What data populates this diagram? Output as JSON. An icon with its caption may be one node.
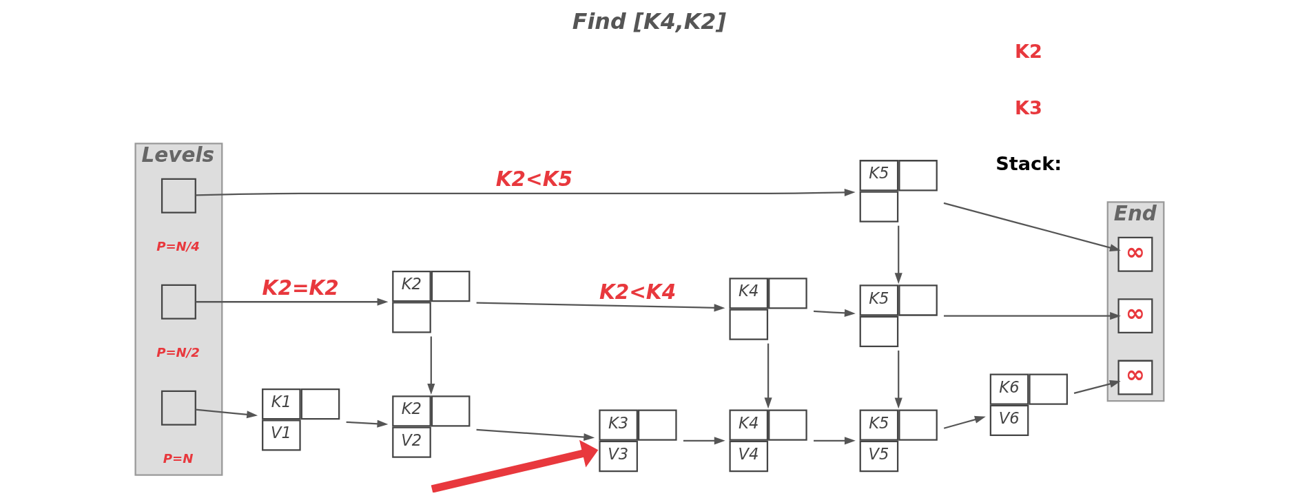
{
  "diagram": {
    "title": "Find [K4,K2]",
    "nodes": [
      {
        "text": [
          "Levels"
        ]
      },
      {
        "text": [],
        "shape": "box",
        "in": 0,
        "beside": [
          "P=N/4"
        ]
      },
      {
        "text": [],
        "shape": "box",
        "in": 0,
        "beside": [
          "P=N/2"
        ]
      },
      {
        "text": [],
        "shape": "box",
        "in": 0,
        "beside": [
          "P=N"
        ]
      },
      {
        "text": [
          "End"
        ]
      },
      {
        "text": [
          "∞"
        ],
        "in": 4
      },
      {
        "text": [
          "∞"
        ],
        "in": 4
      },
      {
        "text": [
          "∞"
        ],
        "in": 4
      },
      {
        "text": [
          "K5"
        ]
      },
      {
        "text": [
          "K2"
        ]
      },
      {
        "text": [
          "K4"
        ]
      },
      {
        "text": [
          "K5"
        ]
      },
      {
        "text": [
          "K1",
          "V1"
        ]
      },
      {
        "text": [
          "K2",
          "V2"
        ]
      },
      {
        "text": [
          "K3",
          "V3"
        ]
      },
      {
        "text": [
          "K4",
          "V4"
        ]
      },
      {
        "text": [
          "K5",
          "V5"
        ]
      },
      {
        "text": [
          "K6",
          "V6"
        ]
      }
    ],
    "edges": [
      {
        "from": 1,
        "to": 8,
        "arrow": "to",
        "label": "K2<K5"
      },
      {
        "from": 8,
        "to": 5,
        "arrow": "to"
      },
      {
        "from": 8,
        "to": 11,
        "arrow": "to"
      },
      {
        "from": 2,
        "to": 9,
        "arrow": "to",
        "label": "K2=K2"
      },
      {
        "from": 9,
        "to": 10,
        "arrow": "to",
        "label": "K2<K4"
      },
      {
        "from": 10,
        "to": 11,
        "arrow": "to"
      },
      {
        "from": 11,
        "to": 6,
        "arrow": "to"
      },
      {
        "from": 9,
        "to": 13,
        "arrow": "to"
      },
      {
        "from": 10,
        "to": 15,
        "arrow": "to"
      },
      {
        "from": 11,
        "to": 16,
        "arrow": "to"
      },
      {
        "from": 3,
        "to": 12,
        "arrow": "to"
      },
      {
        "from": 12,
        "to": 13,
        "arrow": "to"
      },
      {
        "from": 13,
        "to": 14,
        "arrow": "to"
      },
      {
        "from": null,
        "to": 14,
        "arrow": "to",
        "style": "thick",
        "color": "#e8383d"
      },
      {
        "from": 14,
        "to": 15,
        "arrow": "to"
      },
      {
        "from": 15,
        "to": 16,
        "arrow": "to"
      },
      {
        "from": 16,
        "to": 17,
        "arrow": "to"
      },
      {
        "from": 17,
        "to": 7,
        "arrow": "to"
      }
    ],
    "labels": [
      "Stack:",
      "K3",
      "K2"
    ]
  }
}
